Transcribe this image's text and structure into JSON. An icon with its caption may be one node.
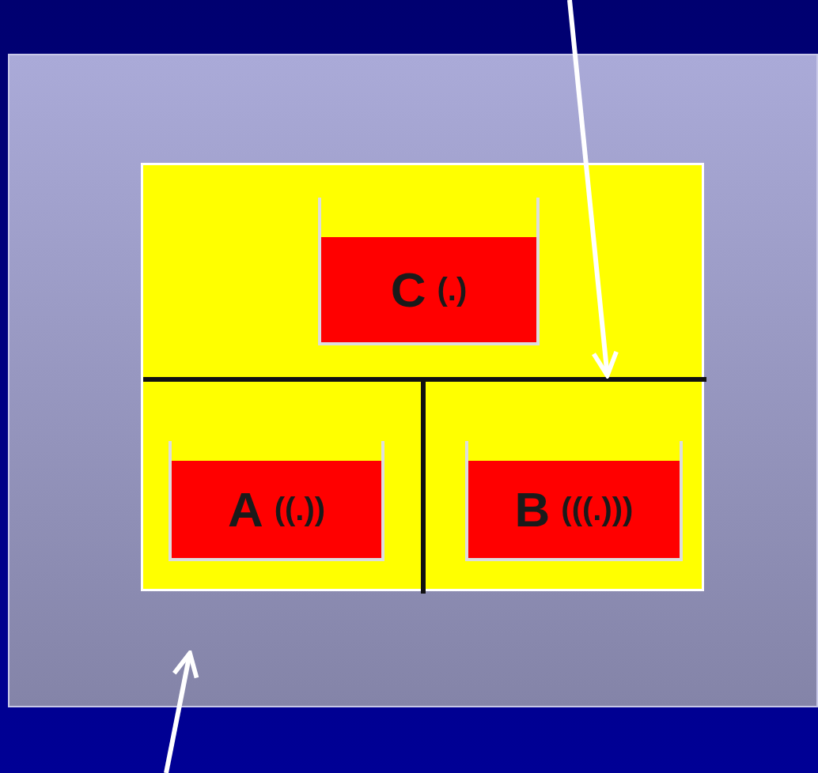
{
  "diagram": {
    "nodes": [
      {
        "text": [],
        "shape": "box"
      },
      {
        "text": [],
        "shape": "box",
        "in": 0
      },
      {
        "text": [
          "C",
          "(.)"
        ],
        "in": 1
      },
      {
        "text": [],
        "shape": "bar",
        "in": 1
      },
      {
        "text": [],
        "shape": "bar",
        "in": 1
      },
      {
        "text": [
          "A",
          "((.))"
        ],
        "in": 1
      },
      {
        "text": [
          "B",
          "(((.)))"
        ],
        "in": 1
      }
    ],
    "edges": [
      {
        "from": null,
        "to": 3,
        "arrow": "to"
      },
      {
        "from": null,
        "to": 0,
        "arrow": "to"
      }
    ]
  }
}
